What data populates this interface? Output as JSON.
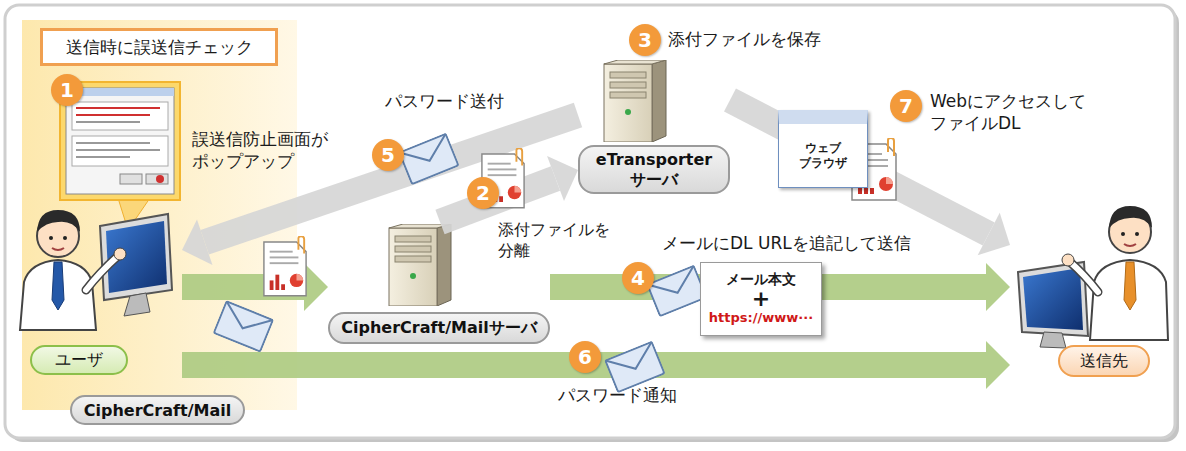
{
  "diagram": {
    "nodes": [
      {
        "text": [
          "CipherCraft/Mail"
        ]
      },
      {
        "text": [
          "送信時に誤送信チェック"
        ],
        "in": 0
      },
      {
        "text": [
          "ユーザ"
        ],
        "in": 0
      },
      {
        "text": [
          "CipherCraft/Mailサーバ"
        ]
      },
      {
        "text": [
          "eTransporter サーバ"
        ]
      },
      {
        "text": [
          "送信先"
        ]
      },
      {
        "text": [
          "ウェブ ブラウザ"
        ]
      },
      {
        "text": [
          "メール本文",
          "+",
          "https://www···"
        ]
      }
    ],
    "edges": [
      {
        "from": 2,
        "to": 3,
        "arrow": "to"
      },
      {
        "from": 3,
        "to": 4,
        "arrow": "to"
      },
      {
        "from": 4,
        "to": 2,
        "arrow": "to"
      },
      {
        "from": 3,
        "to": 5,
        "arrow": "to"
      },
      {
        "from": 2,
        "to": 5,
        "arrow": "to"
      },
      {
        "from": 4,
        "to": 5,
        "arrow": "to"
      }
    ],
    "labels": [
      "1",
      "誤送信防止画面が ポップアップ",
      "5",
      "パスワード送付",
      "3",
      "添付ファイルを保存",
      "2",
      "添付ファイルを 分離",
      "7",
      "Webにアクセスして ファイルDL",
      "4",
      "メールにDL URLを追記して送信",
      "6",
      "パスワード通知"
    ]
  }
}
